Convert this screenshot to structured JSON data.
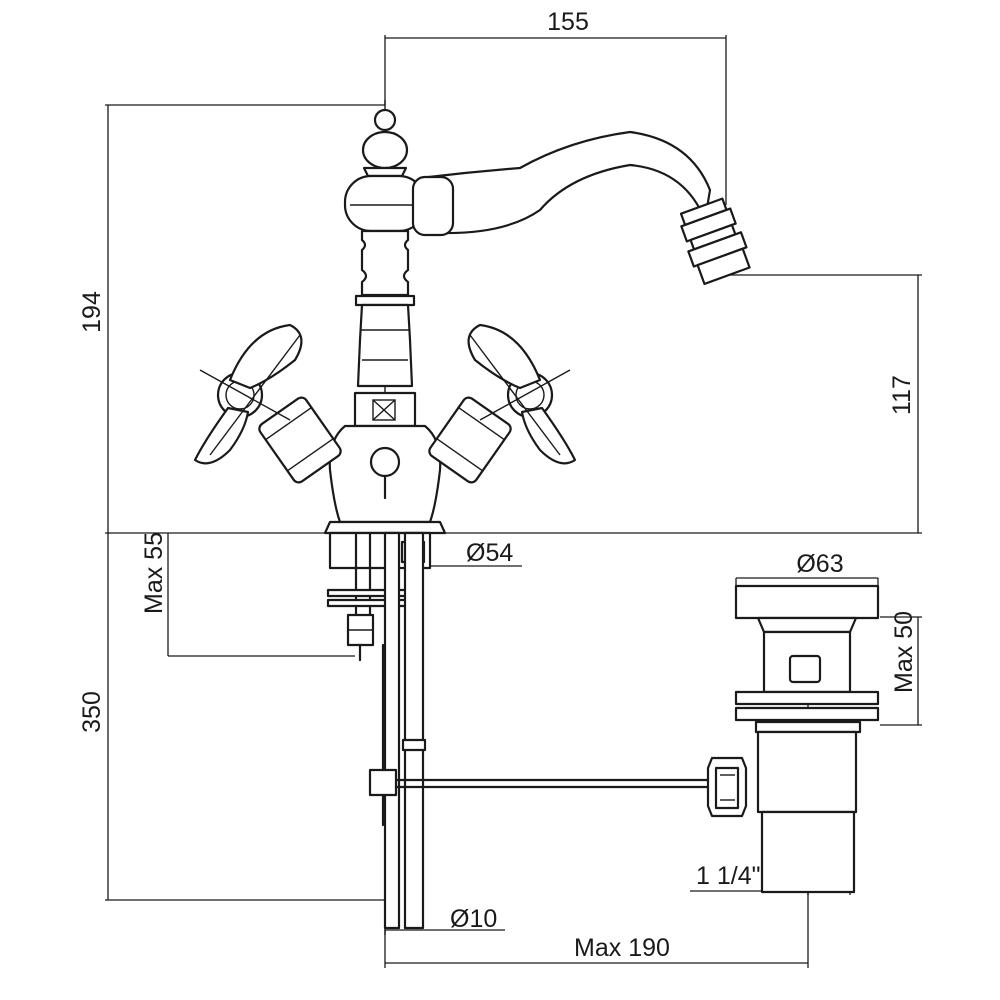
{
  "drawing": {
    "dimensions": {
      "spout_reach": "155",
      "total_height": "194",
      "spout_height": "117",
      "base_diameter": "Ø54",
      "max_deck_thickness": "Max 55",
      "tail_length": "350",
      "waste_flange_diameter": "Ø63",
      "waste_max_thickness": "Max 50",
      "waste_thread": "1 1/4\"",
      "rod_diameter": "Ø10",
      "max_rod_reach": "Max 190"
    }
  }
}
